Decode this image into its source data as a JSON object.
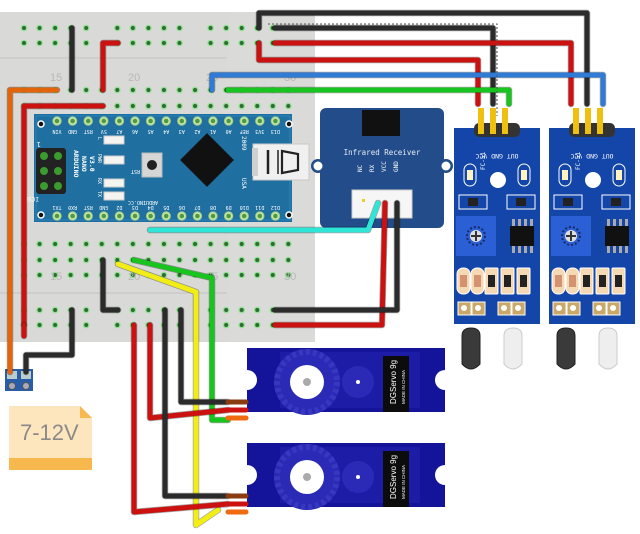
{
  "title": "Arduino Nano IR-controlled servo wiring diagram",
  "breadboard": {
    "column_labels_top": [
      "15",
      "20",
      "25",
      "30"
    ],
    "column_labels_bottom": [
      "15",
      "20",
      "25",
      "30"
    ]
  },
  "arduino": {
    "name_lines": [
      "ARDUINO",
      "NANO",
      "V3.0"
    ],
    "brand": "ARDUINO.CC",
    "year": "2009",
    "country": "USA",
    "icsp_label": "ICSP",
    "icsp_pin1": "1",
    "reset_label": "RST",
    "led_labels": [
      "L",
      "PWR",
      "RX",
      "TX"
    ],
    "top_pins": [
      "VIN",
      "GND",
      "RST",
      "5V",
      "A7",
      "A6",
      "A5",
      "A4",
      "A3",
      "A2",
      "A1",
      "A0",
      "REF",
      "3V3",
      "D13"
    ],
    "bottom_pins": [
      "TX1",
      "RX0",
      "RST",
      "GND",
      "D2",
      "D3",
      "D4",
      "D5",
      "D6",
      "D7",
      "D8",
      "D9",
      "D10",
      "D11",
      "D12"
    ]
  },
  "ir_receiver": {
    "title": "Infrared Receiver",
    "pins": [
      "NC",
      "RX",
      "VCC",
      "GND"
    ]
  },
  "ir_sensors": [
    {
      "model": "FC-51",
      "pins": [
        "OUT",
        "GND",
        "VCC"
      ]
    },
    {
      "model": "FC-51",
      "pins": [
        "OUT",
        "GND",
        "VCC"
      ]
    }
  ],
  "servos": [
    {
      "brand": "DGServo 9g",
      "origin": "MADE IN CHINA"
    },
    {
      "brand": "DGServo 9g",
      "origin": "MADE IN CHINA"
    }
  ],
  "power_note": {
    "text": "7-12V"
  },
  "colors": {
    "breadboard": "#d9d9d7",
    "board_blue": "#1f6fa0",
    "module_blue": "#224c8a",
    "sensor_blue": "#1346a8",
    "servo_blue": "#14149a",
    "wire_red": "#cc1111",
    "wire_black": "#2b2b2b",
    "wire_green": "#18c41e",
    "wire_blue": "#2f7bd6",
    "wire_yellow": "#f2ee15",
    "wire_cyan": "#2ee6d6",
    "wire_orange": "#e2650b",
    "note_bg": "#fde5bd",
    "note_bar": "#f7b84e"
  }
}
